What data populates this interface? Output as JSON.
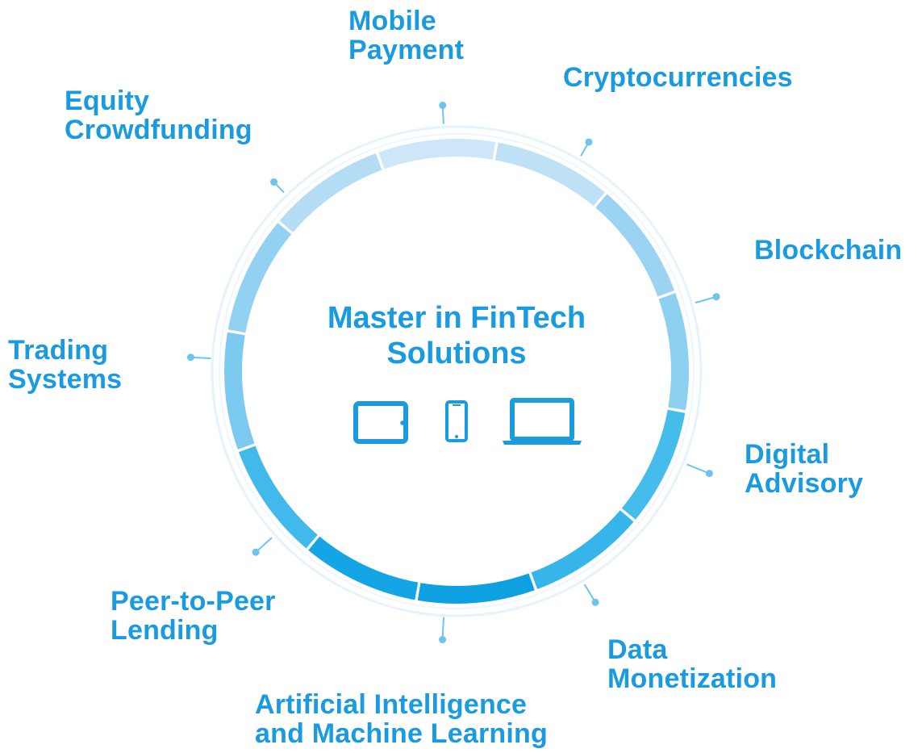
{
  "center": {
    "title_line1": "Master in FinTech",
    "title_line2": "Solutions",
    "icons": [
      "tablet-icon",
      "smartphone-icon",
      "laptop-icon"
    ]
  },
  "topics": [
    {
      "id": "mobile-payment",
      "lines": [
        "Mobile",
        "Payment"
      ]
    },
    {
      "id": "cryptocurrencies",
      "lines": [
        "Cryptocurrencies"
      ]
    },
    {
      "id": "blockchain",
      "lines": [
        "Blockchain"
      ]
    },
    {
      "id": "digital-advisory",
      "lines": [
        "Digital",
        "Advisory"
      ]
    },
    {
      "id": "data-monetization",
      "lines": [
        "Data",
        "Monetization"
      ]
    },
    {
      "id": "ai-ml",
      "lines": [
        "Artificial Intelligence",
        "and Machine Learning"
      ]
    },
    {
      "id": "p2p-lending",
      "lines": [
        "Peer-to-Peer",
        "Lending"
      ]
    },
    {
      "id": "trading-systems",
      "lines": [
        "Trading",
        "Systems"
      ]
    },
    {
      "id": "equity-crowdfunding",
      "lines": [
        "Equity",
        "Crowdfunding"
      ]
    }
  ],
  "colors": {
    "text": "#1a9be0",
    "ring_light": "#cfe8f8",
    "ring_mid": "#8fd0f2",
    "ring_strong": "#1aa7e6",
    "ring_dark": "#0a93dc",
    "connector": "#6cc4ef",
    "outer_guide": "#e3f1fb",
    "icon": "#1a9be0"
  },
  "segment_colors": [
    "#cde7f8",
    "#bfe1f6",
    "#9bd4f3",
    "#8dcff1",
    "#44bcec",
    "#36b5ea",
    "#0fa0e2",
    "#14a5e5",
    "#41b9eb",
    "#7dcaf0",
    "#93d1f2",
    "#b4dcf5"
  ]
}
